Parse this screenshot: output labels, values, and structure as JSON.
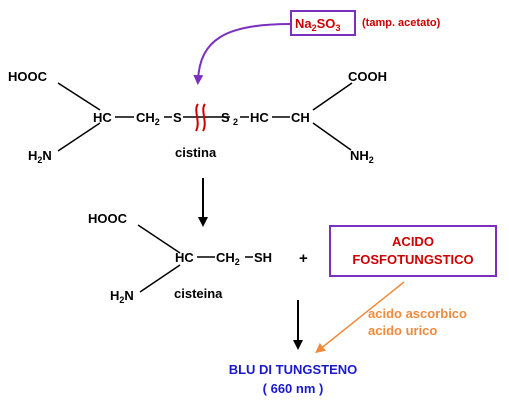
{
  "reagent": {
    "name_prefix": "Na",
    "name_sub1": "2",
    "name_mid": "SO",
    "name_sub2": "3",
    "note": "(tamp. acetato)",
    "text_color": "#cc0000",
    "box_color": "#7b2fbf"
  },
  "cystine": {
    "left_acid": "HOOC",
    "left_ch": "HC",
    "left_ch2": "CH",
    "left_ch2_sub": "2",
    "left_s": "S",
    "right_s": "S",
    "right_ch2_sub": "2",
    "right_ch": "HC",
    "right_ch_end": "CH",
    "right_acid": "COOH",
    "left_amine_h": "H",
    "left_amine_sub": "2",
    "left_amine_n": "N",
    "right_amine_n": "N",
    "right_amine_h": "H",
    "right_amine_sub": "2",
    "name": "cistina",
    "cleave_color": "#cc0000"
  },
  "cysteine": {
    "acid": "HOOC",
    "ch": "HC",
    "ch2": "CH",
    "ch2_sub": "2",
    "sh": "SH",
    "amine_h": "H",
    "amine_sub": "2",
    "amine_n": "N",
    "name": "cisteina"
  },
  "plus": "+",
  "reactant": {
    "line1": "ACIDO",
    "line2": "FOSFOTUNGSTICO",
    "text_color": "#cc0000",
    "box_color": "#7b2fbf"
  },
  "interferents": {
    "line1": "acido ascorbico",
    "line2": "acido urico",
    "color": "#f08a3c"
  },
  "product": {
    "line1": "BLU DI TUNGSTENO",
    "line2": "( 660 nm )",
    "color": "#1a1acc"
  }
}
